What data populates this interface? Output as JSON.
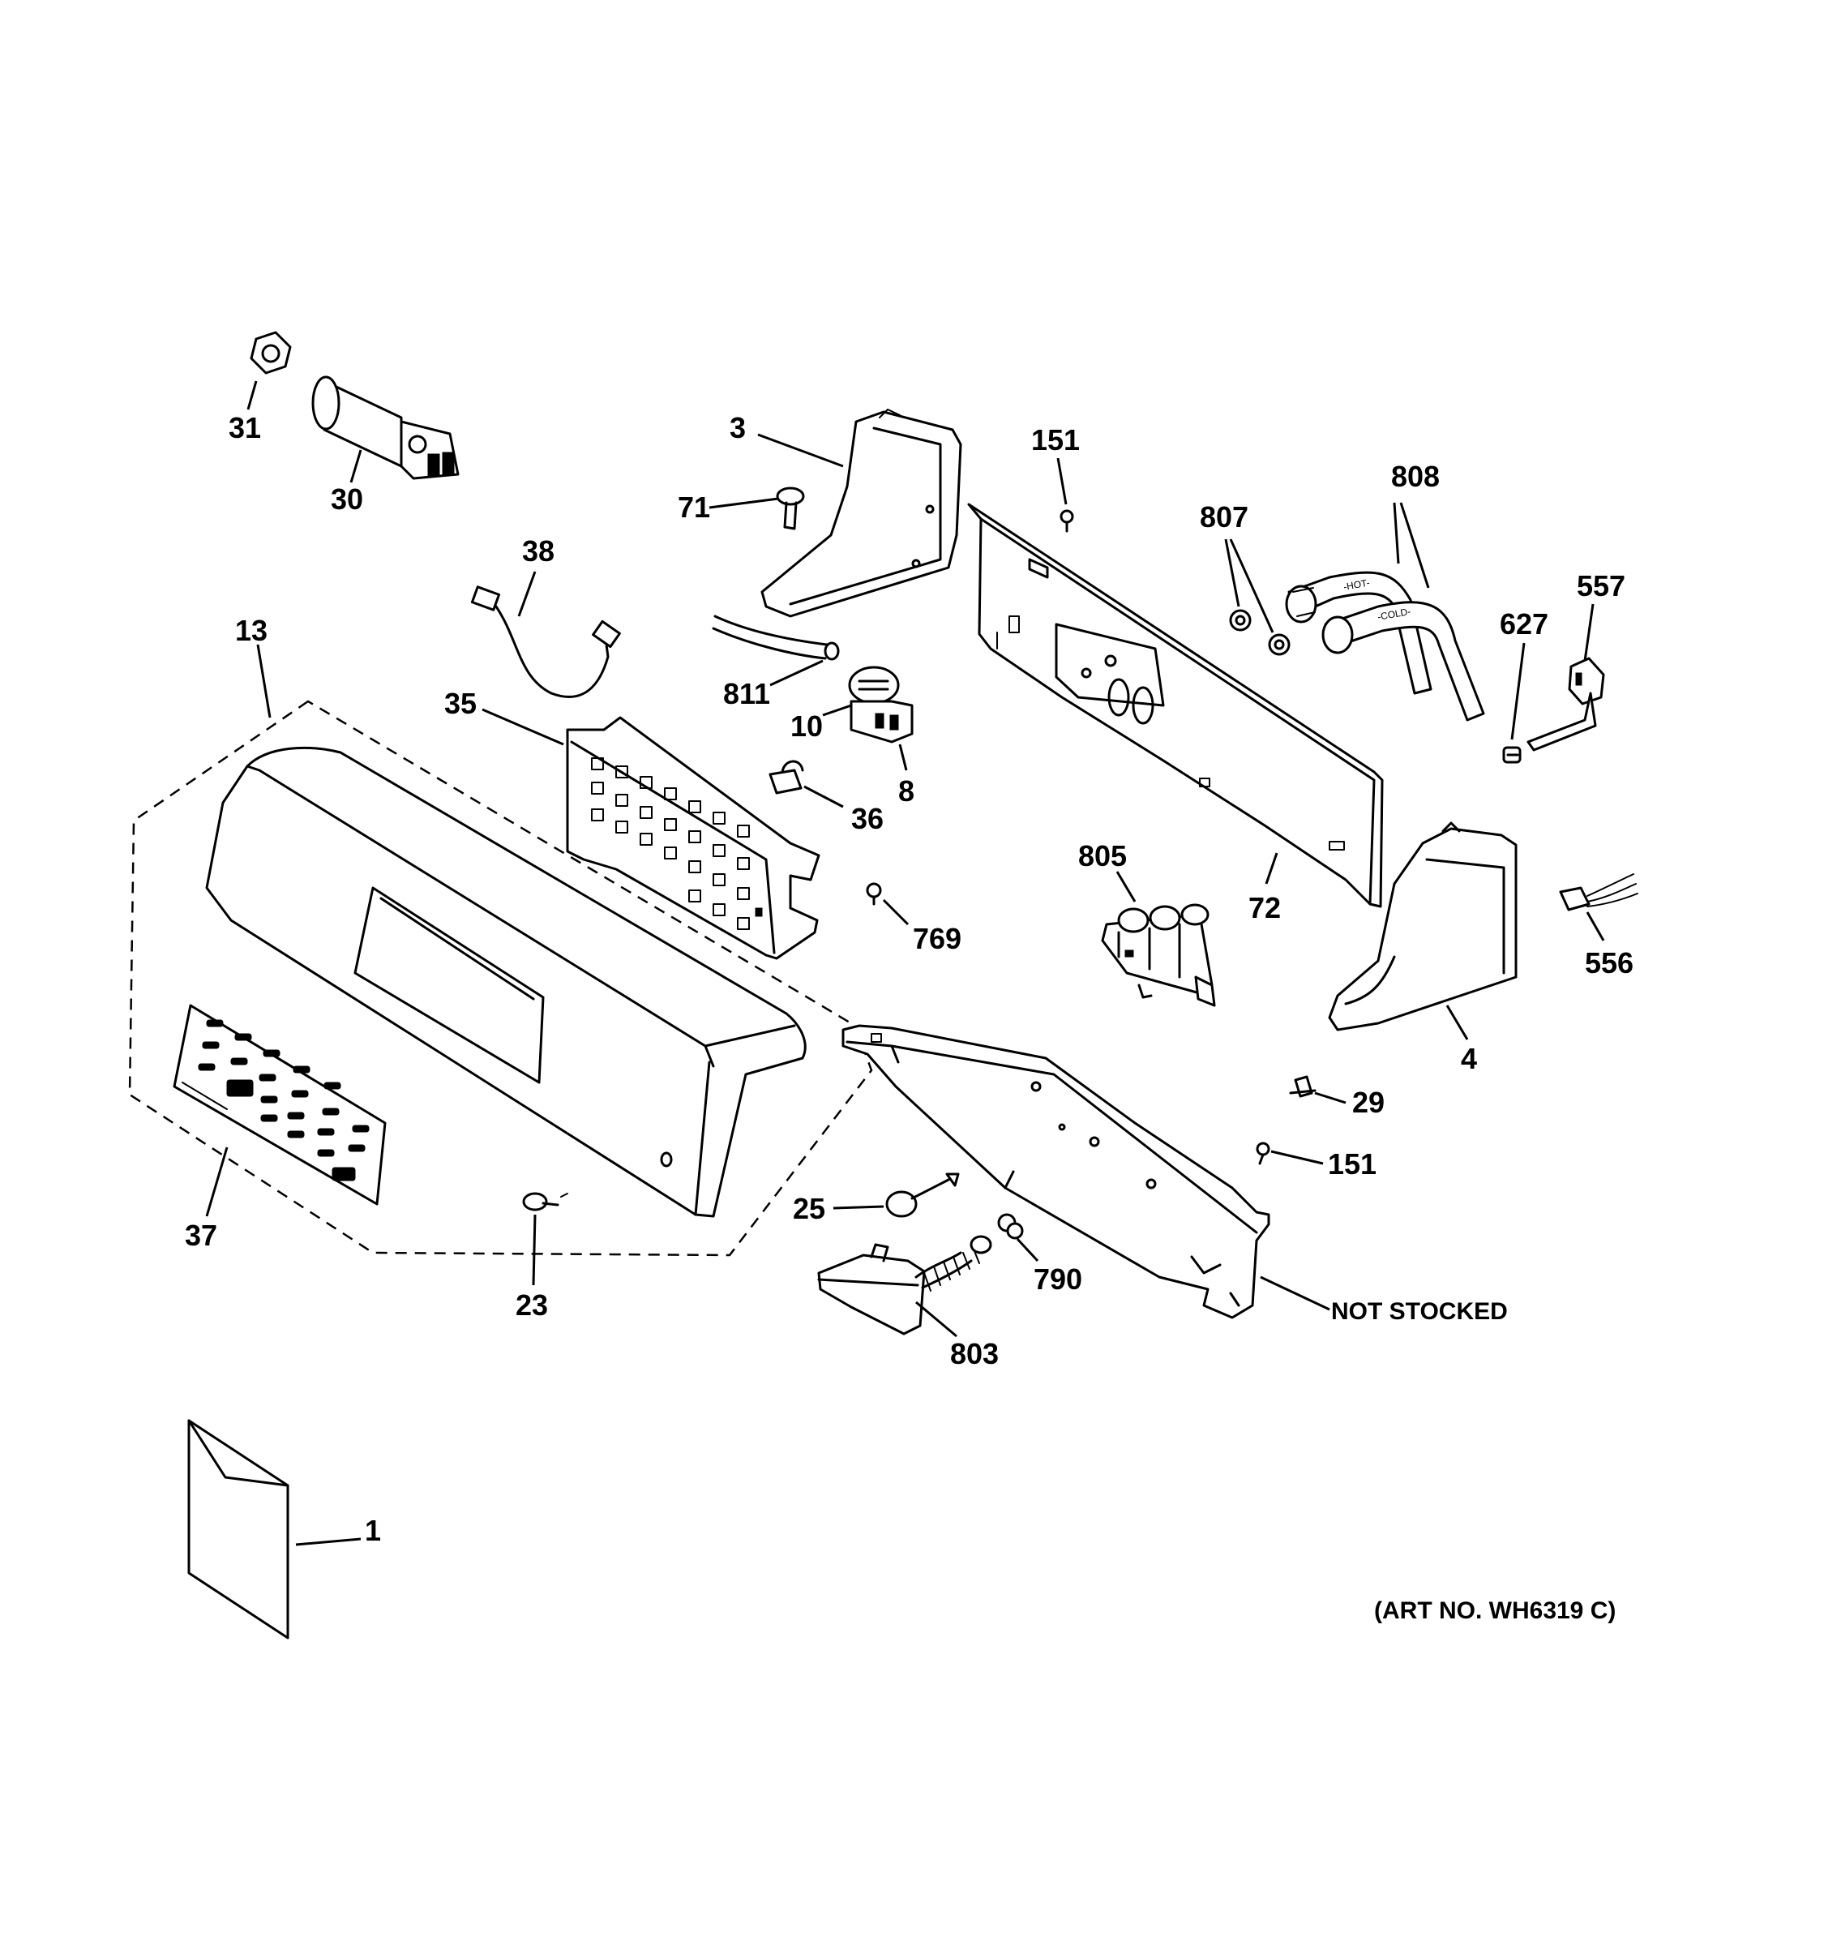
{
  "labels": {
    "p31": "31",
    "p30": "30",
    "p3": "3",
    "p71": "71",
    "p151a": "151",
    "p808": "808",
    "p807": "807",
    "p557": "557",
    "p627": "627",
    "p38": "38",
    "p13": "13",
    "p35": "35",
    "p811": "811",
    "p10": "10",
    "p8": "8",
    "p36": "36",
    "p769": "769",
    "p805": "805",
    "p72": "72",
    "p556": "556",
    "p4": "4",
    "p29": "29",
    "p151b": "151",
    "p25": "25",
    "p790": "790",
    "p803": "803",
    "p23": "23",
    "p37": "37",
    "p1": "1"
  },
  "notes": {
    "not_stocked": "NOT STOCKED",
    "art_no": "(ART NO. WH6319 C)"
  },
  "hose_marks": {
    "hot": "-HOT-",
    "cold": "-COLD-"
  }
}
